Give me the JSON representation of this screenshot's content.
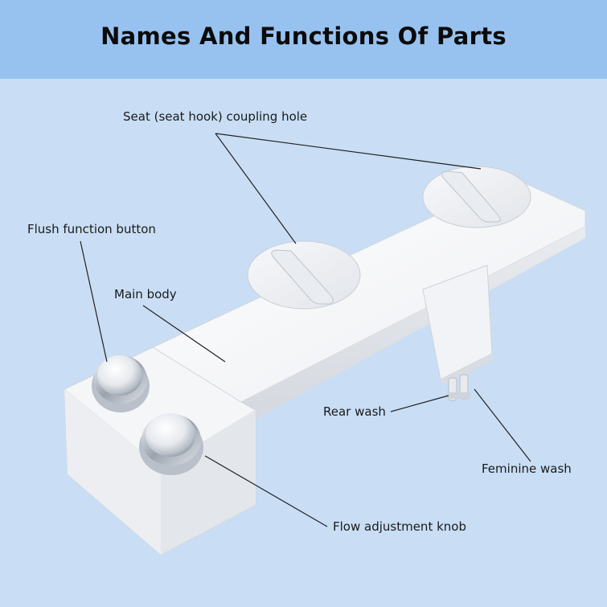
{
  "header": {
    "title": "Names And Functions Of Parts"
  },
  "labels": {
    "coupling_hole": "Seat (seat hook) coupling hole",
    "flush_button": "Flush function button",
    "main_body": "Main body",
    "rear_wash": "Rear wash",
    "feminine_wash": "Feminine wash",
    "flow_knob": "Flow adjustment knob"
  },
  "colors": {
    "header_background": "#97c2f0",
    "page_background": "#c9def5",
    "device_white": "#f4f5f7",
    "knob_chrome": "#dfe3e8",
    "leader_line": "#222222"
  }
}
